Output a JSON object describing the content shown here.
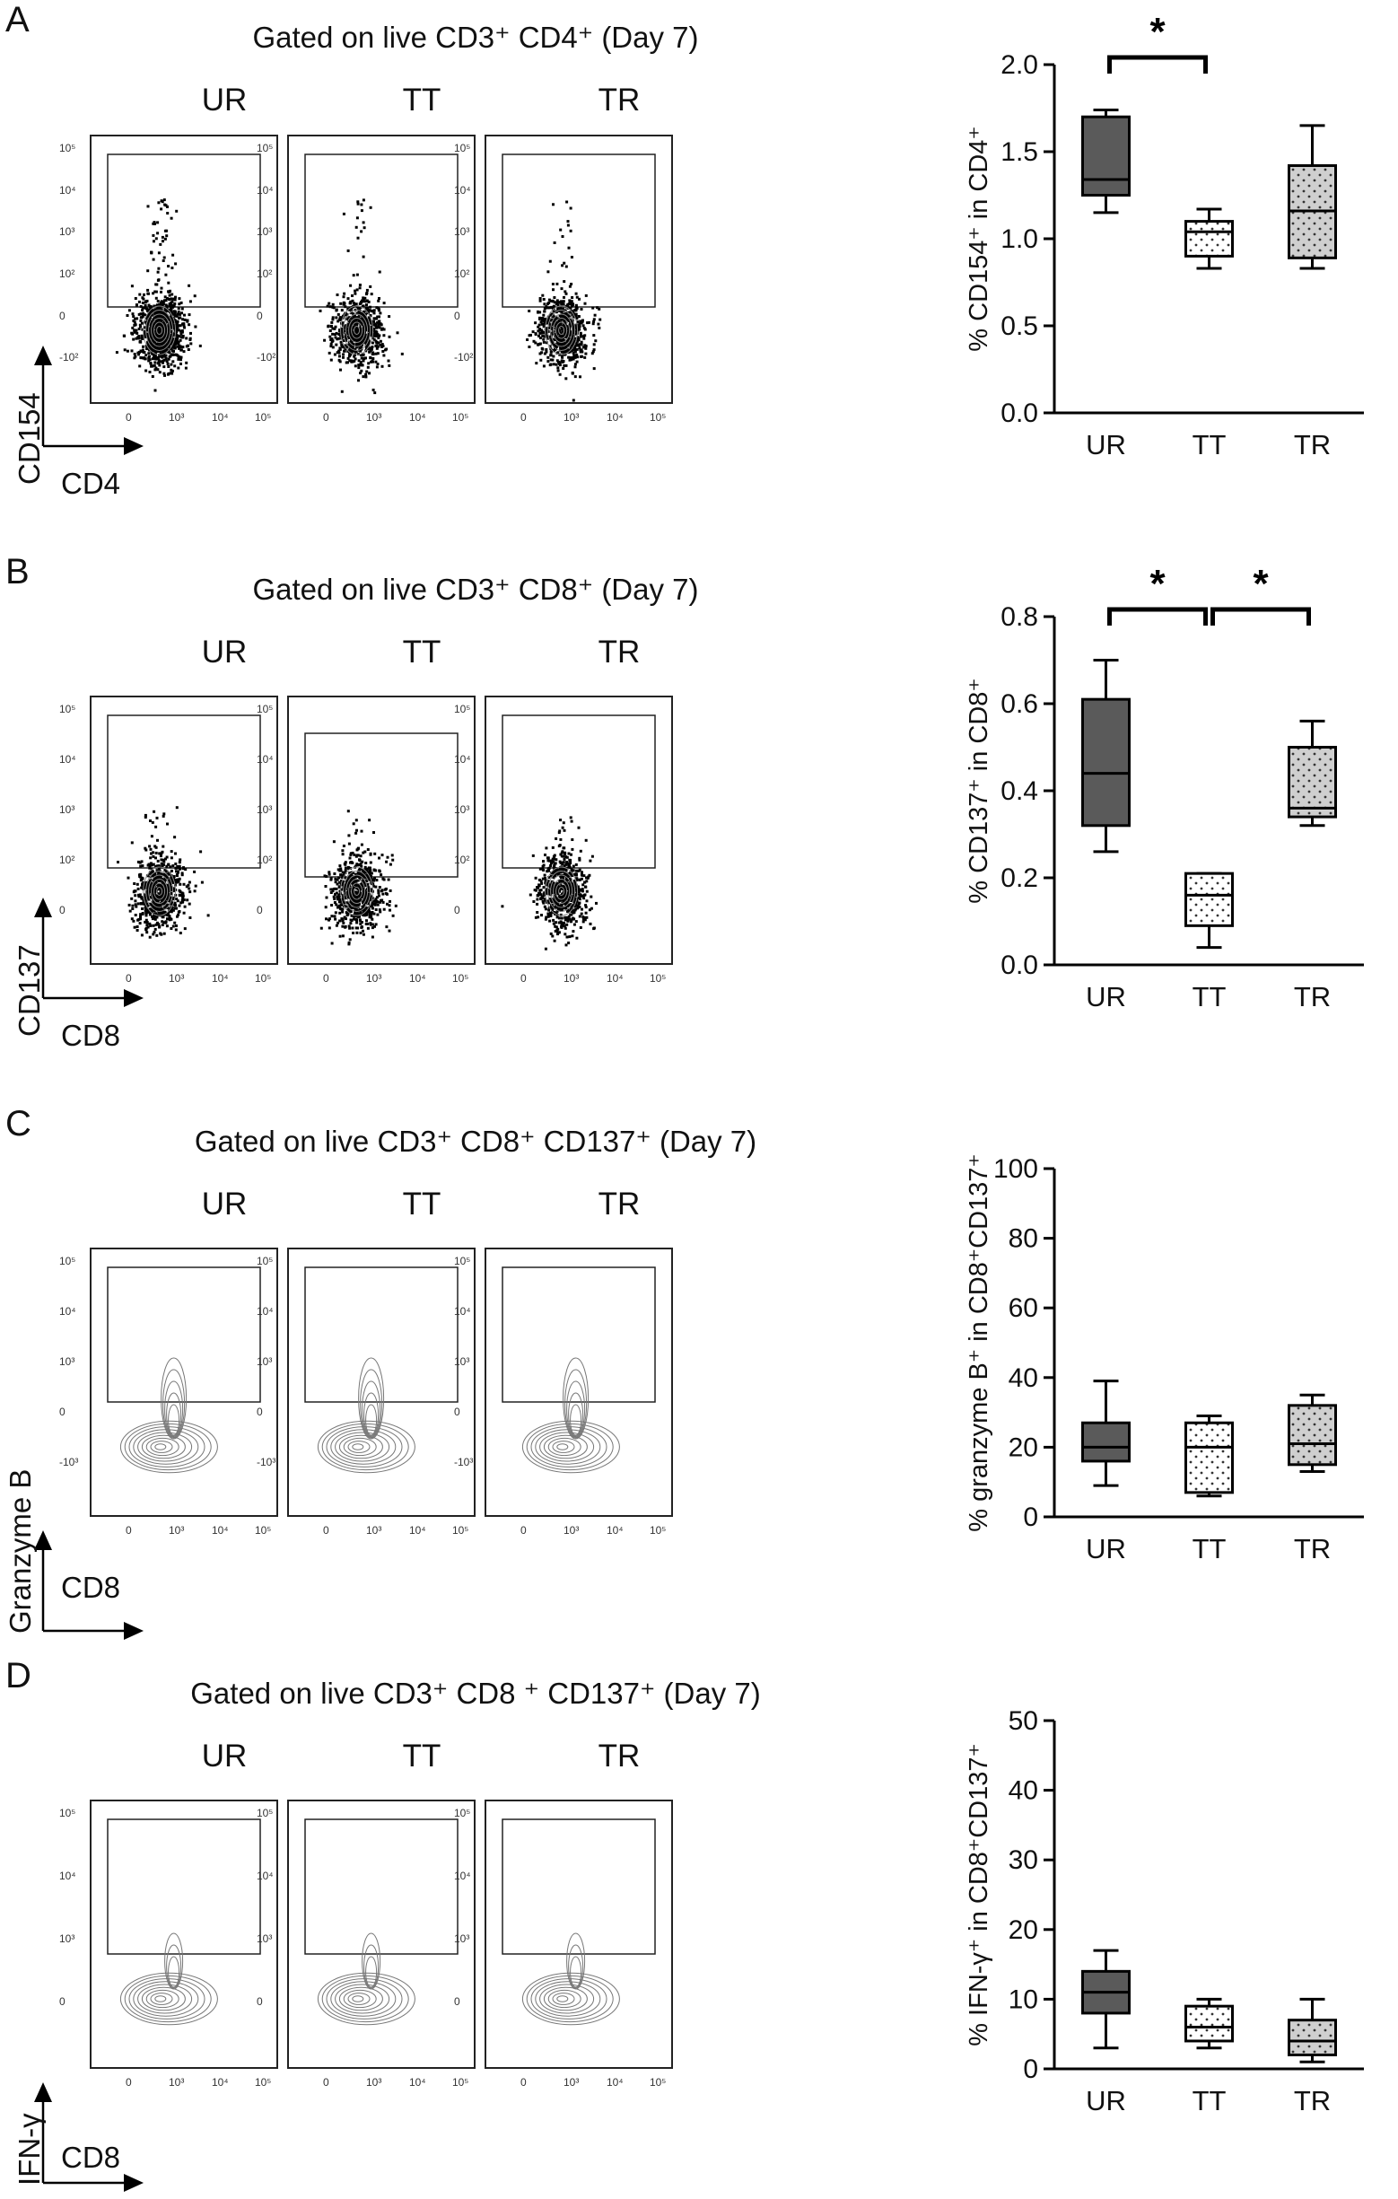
{
  "panels": [
    {
      "letter": "A",
      "title": "Gated on live CD3⁺ CD4⁺ (Day 7)",
      "conditions": [
        "UR",
        "TT",
        "TR"
      ],
      "flow_y_axis": "CD154",
      "flow_x_axis": "CD4",
      "flow_y_ticks": [
        "10⁵",
        "10⁴",
        "10³",
        "10²",
        "0",
        "-10²"
      ],
      "flow_x_ticks": [
        "0",
        "10³",
        "10⁴",
        "10⁵"
      ],
      "plot_style": "dot"
    },
    {
      "letter": "B",
      "title": "Gated on live CD3⁺ CD8⁺ (Day 7)",
      "conditions": [
        "UR",
        "TT",
        "TR"
      ],
      "flow_y_axis": "CD137",
      "flow_x_axis": "CD8",
      "flow_y_ticks": [
        "10⁵",
        "10⁴",
        "10³",
        "10²",
        "0"
      ],
      "flow_x_ticks": [
        "0",
        "10³",
        "10⁴",
        "10⁵"
      ],
      "plot_style": "dot"
    },
    {
      "letter": "C",
      "title": "Gated on live CD3⁺ CD8⁺ CD137⁺ (Day 7)",
      "conditions": [
        "UR",
        "TT",
        "TR"
      ],
      "flow_y_axis": "Granzyme B",
      "flow_x_axis": "CD8",
      "flow_y_ticks": [
        "10⁵",
        "10⁴",
        "10³",
        "0",
        "-10³"
      ],
      "flow_x_ticks": [
        "0",
        "10³",
        "10⁴",
        "10⁵"
      ],
      "plot_style": "contour"
    },
    {
      "letter": "D",
      "title": "Gated on live CD3⁺ CD8 ⁺ CD137⁺ (Day 7)",
      "conditions": [
        "UR",
        "TT",
        "TR"
      ],
      "flow_y_axis": "IFN-γ",
      "flow_x_axis": "CD8",
      "flow_y_ticks": [
        "10⁵",
        "10⁴",
        "10³",
        "0"
      ],
      "flow_x_ticks": [
        "0",
        "10³",
        "10⁴",
        "10⁵"
      ],
      "plot_style": "contour"
    }
  ],
  "chart_data": [
    {
      "type": "box",
      "panel": "A",
      "ylabel": "% CD154⁺ in CD4⁺",
      "ylim": [
        0,
        2.0
      ],
      "yticks": [
        "0.0",
        "0.5",
        "1.0",
        "1.5",
        "2.0"
      ],
      "categories": [
        "UR",
        "TT",
        "TR"
      ],
      "boxes": [
        {
          "min": 1.15,
          "q1": 1.25,
          "median": 1.34,
          "q3": 1.7,
          "max": 1.74,
          "fill": "#5a5a5a"
        },
        {
          "min": 0.83,
          "q1": 0.9,
          "median": 1.04,
          "q3": 1.1,
          "max": 1.17,
          "fill": "#ffffff"
        },
        {
          "min": 0.83,
          "q1": 0.89,
          "median": 1.16,
          "q3": 1.42,
          "max": 1.65,
          "fill": "#cfcfcf"
        }
      ],
      "significance": [
        {
          "from": 0,
          "to": 1,
          "label": "*"
        }
      ]
    },
    {
      "type": "box",
      "panel": "B",
      "ylabel": "% CD137⁺ in CD8⁺",
      "ylim": [
        0,
        0.8
      ],
      "yticks": [
        "0.0",
        "0.2",
        "0.4",
        "0.6",
        "0.8"
      ],
      "categories": [
        "UR",
        "TT",
        "TR"
      ],
      "boxes": [
        {
          "min": 0.26,
          "q1": 0.32,
          "median": 0.44,
          "q3": 0.61,
          "max": 0.7,
          "fill": "#5a5a5a"
        },
        {
          "min": 0.04,
          "q1": 0.09,
          "median": 0.16,
          "q3": 0.21,
          "max": 0.21,
          "fill": "#ffffff"
        },
        {
          "min": 0.32,
          "q1": 0.34,
          "median": 0.36,
          "q3": 0.5,
          "max": 0.56,
          "fill": "#cfcfcf"
        }
      ],
      "significance": [
        {
          "from": 0,
          "to": 1,
          "label": "*"
        },
        {
          "from": 1,
          "to": 2,
          "label": "*"
        }
      ]
    },
    {
      "type": "box",
      "panel": "C",
      "ylabel": "% granzyme B⁺ in CD8⁺CD137⁺",
      "ylim": [
        0,
        100
      ],
      "yticks": [
        "0",
        "20",
        "40",
        "60",
        "80",
        "100"
      ],
      "categories": [
        "UR",
        "TT",
        "TR"
      ],
      "boxes": [
        {
          "min": 9,
          "q1": 16,
          "median": 20,
          "q3": 27,
          "max": 39,
          "fill": "#5a5a5a"
        },
        {
          "min": 6,
          "q1": 7,
          "median": 20,
          "q3": 27,
          "max": 29,
          "fill": "#ffffff"
        },
        {
          "min": 13,
          "q1": 15,
          "median": 21,
          "q3": 32,
          "max": 35,
          "fill": "#cfcfcf"
        }
      ],
      "significance": []
    },
    {
      "type": "box",
      "panel": "D",
      "ylabel": "% IFN-γ⁺ in CD8⁺CD137⁺",
      "ylim": [
        0,
        50
      ],
      "yticks": [
        "0",
        "10",
        "20",
        "30",
        "40",
        "50"
      ],
      "categories": [
        "UR",
        "TT",
        "TR"
      ],
      "boxes": [
        {
          "min": 3,
          "q1": 8,
          "median": 11,
          "q3": 14,
          "max": 17,
          "fill": "#5a5a5a"
        },
        {
          "min": 3,
          "q1": 4,
          "median": 6,
          "q3": 9,
          "max": 10,
          "fill": "#ffffff"
        },
        {
          "min": 1,
          "q1": 2,
          "median": 4,
          "q3": 7,
          "max": 10,
          "fill": "#cfcfcf"
        }
      ],
      "significance": []
    }
  ]
}
